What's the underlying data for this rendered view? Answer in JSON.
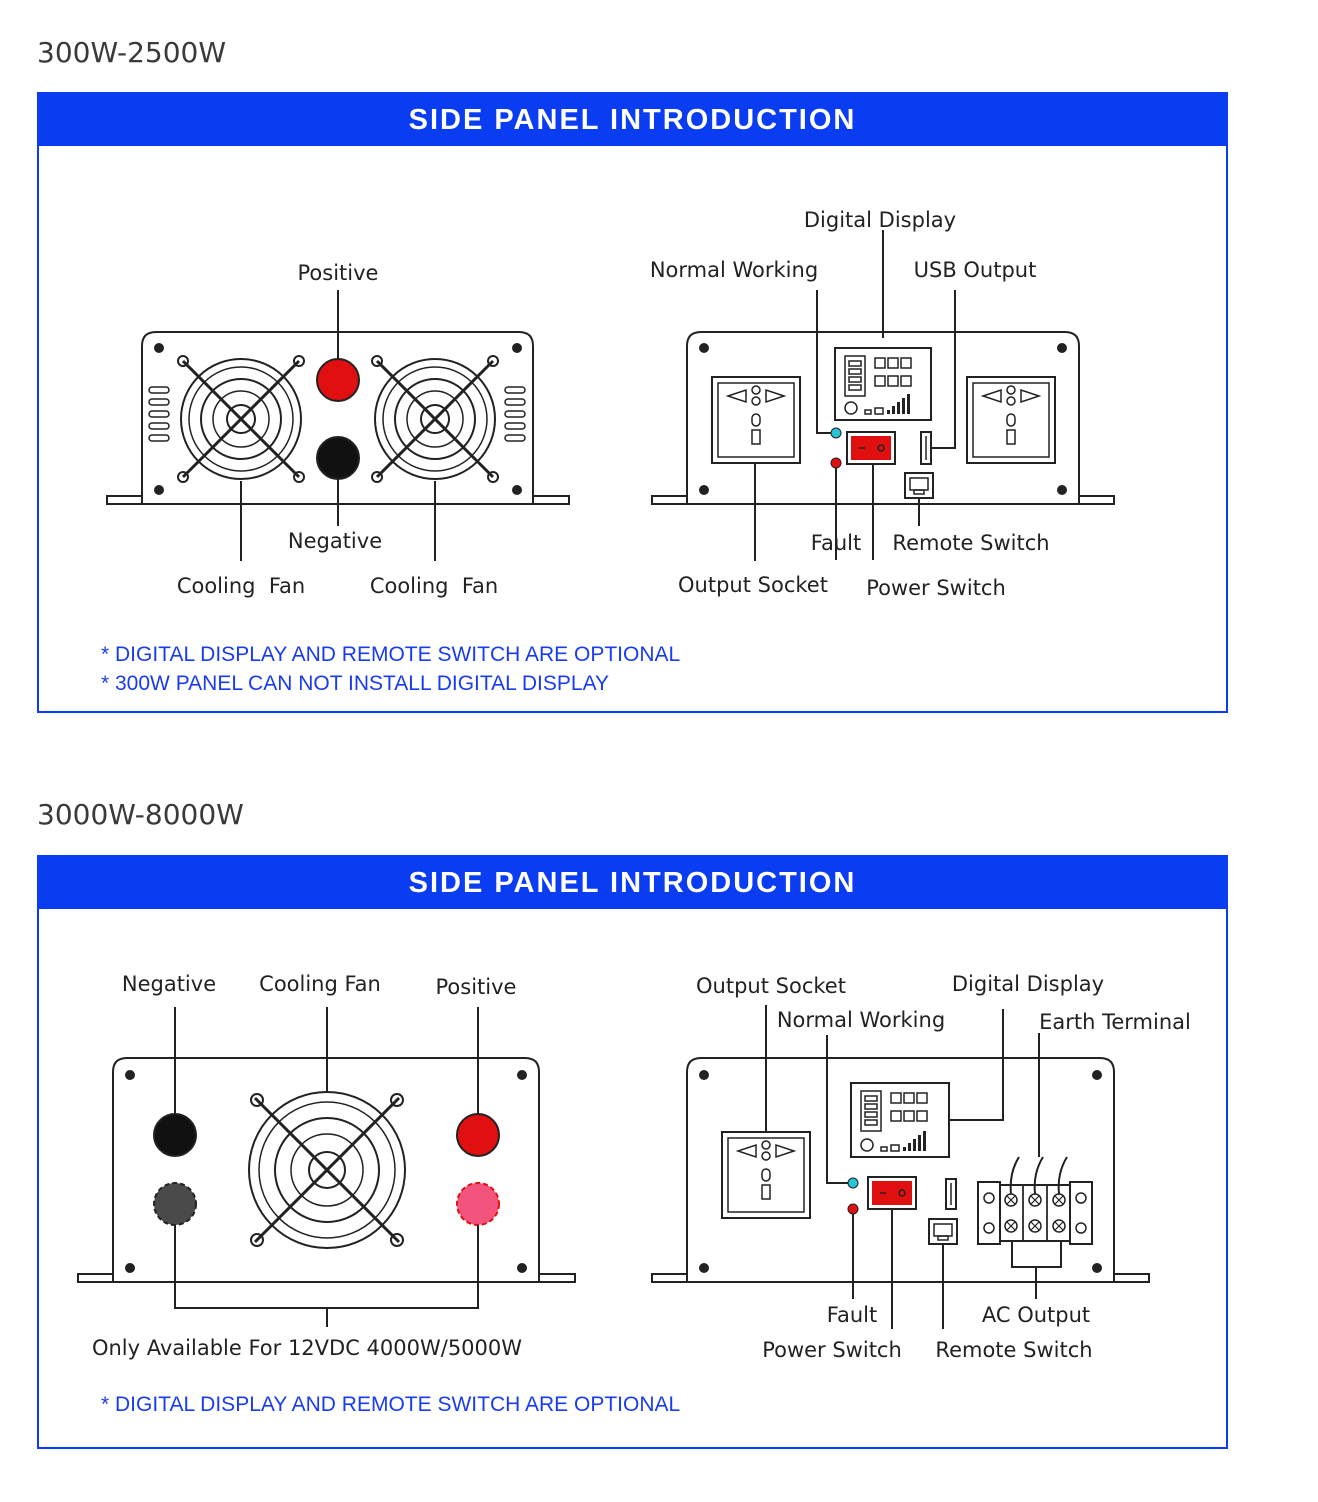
{
  "sections": [
    {
      "range": "300W-2500W",
      "header": "SIDE PANEL INTRODUCTION",
      "dc_labels": {
        "positive": "Positive",
        "negative": "Negative",
        "fan_left": "Cooling  Fan",
        "fan_right": "Cooling  Fan"
      },
      "ac_labels": {
        "digital_display": "Digital Display",
        "normal_working": "Normal Working",
        "usb_output": "USB Output",
        "fault": "Fault",
        "remote_switch": "Remote Switch",
        "output_socket": "Output Socket",
        "power_switch": "Power Switch"
      },
      "notes": [
        "* DIGITAL DISPLAY AND REMOTE SWITCH ARE OPTIONAL",
        "* 300W PANEL CAN NOT INSTALL DIGITAL DISPLAY"
      ]
    },
    {
      "range": "3000W-8000W",
      "header": "SIDE PANEL INTRODUCTION",
      "dc_labels": {
        "negative": "Negative",
        "cooling_fan": "Cooling Fan",
        "positive": "Positive",
        "availability": "Only Available For 12VDC 4000W/5000W"
      },
      "ac_labels": {
        "output_socket": "Output Socket",
        "normal_working": "Normal Working",
        "digital_display": "Digital Display",
        "earth_terminal": "Earth Terminal",
        "fault": "Fault",
        "ac_output": "AC Output",
        "power_switch": "Power Switch",
        "remote_switch": "Remote Switch"
      },
      "notes": [
        "* DIGITAL DISPLAY AND REMOTE SWITCH ARE OPTIONAL"
      ]
    }
  ],
  "colors": {
    "brand_blue": "#0a3cf2",
    "terminal_red": "#e01010",
    "terminal_black": "#111111",
    "terminal_grey": "#4a4a4a",
    "terminal_pink": "#f2547e",
    "led_cyan": "#27c3d6",
    "led_red": "#e01010",
    "switch_red": "#e01010"
  },
  "icons": [
    "fan-grille-icon",
    "universal-socket-icon",
    "usb-port-icon",
    "rj45-port-icon",
    "screw-icon",
    "terminal-block-icon",
    "digital-display-icon"
  ]
}
